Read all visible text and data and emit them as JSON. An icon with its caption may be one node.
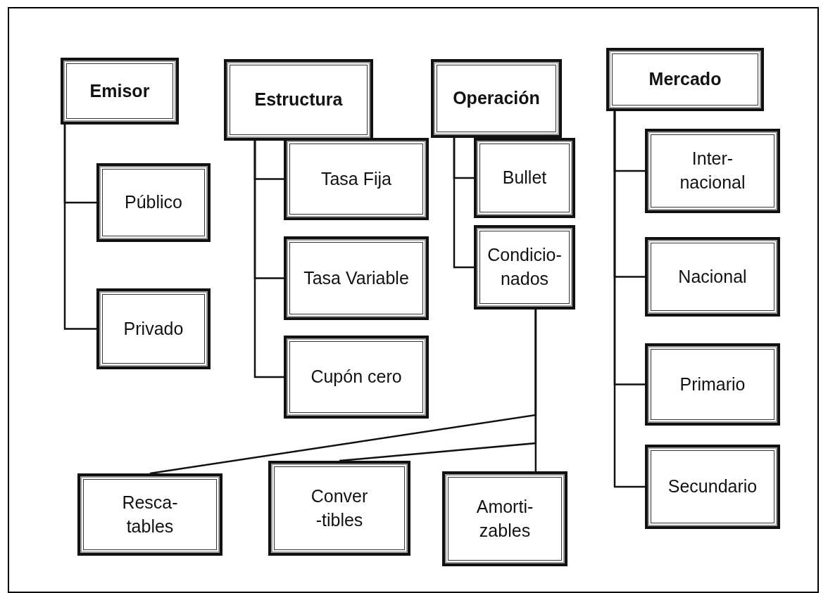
{
  "diagram": {
    "nodes": [
      {
        "text": [
          "Emisor"
        ]
      },
      {
        "text": [
          "Público"
        ]
      },
      {
        "text": [
          "Privado"
        ]
      },
      {
        "text": [
          "Estructura"
        ]
      },
      {
        "text": [
          "Tasa Fija"
        ]
      },
      {
        "text": [
          "Tasa Variable"
        ]
      },
      {
        "text": [
          "Cupón cero"
        ]
      },
      {
        "text": [
          "Operación"
        ]
      },
      {
        "text": [
          "Bullet"
        ]
      },
      {
        "text": [
          "Condicio- nados"
        ]
      },
      {
        "text": [
          "Mercado"
        ]
      },
      {
        "text": [
          "Inter- nacional"
        ]
      },
      {
        "text": [
          "Nacional"
        ]
      },
      {
        "text": [
          "Primario"
        ]
      },
      {
        "text": [
          "Secundario"
        ]
      },
      {
        "text": [
          "Resca- tables"
        ]
      },
      {
        "text": [
          "Conver -tibles"
        ]
      },
      {
        "text": [
          "Amorti- zables"
        ]
      }
    ],
    "edges": [
      {
        "from": 0,
        "to": 1,
        "arrow": "none"
      },
      {
        "from": 0,
        "to": 2,
        "arrow": "none"
      },
      {
        "from": 3,
        "to": 4,
        "arrow": "none"
      },
      {
        "from": 3,
        "to": 5,
        "arrow": "none"
      },
      {
        "from": 3,
        "to": 6,
        "arrow": "none"
      },
      {
        "from": 7,
        "to": 8,
        "arrow": "none"
      },
      {
        "from": 7,
        "to": 9,
        "arrow": "none"
      },
      {
        "from": 10,
        "to": 11,
        "arrow": "none"
      },
      {
        "from": 10,
        "to": 12,
        "arrow": "none"
      },
      {
        "from": 10,
        "to": 13,
        "arrow": "none"
      },
      {
        "from": 10,
        "to": 14,
        "arrow": "none"
      },
      {
        "from": 9,
        "to": 15,
        "arrow": "none"
      },
      {
        "from": 9,
        "to": 16,
        "arrow": "none"
      },
      {
        "from": 9,
        "to": 17,
        "arrow": "none"
      }
    ]
  }
}
